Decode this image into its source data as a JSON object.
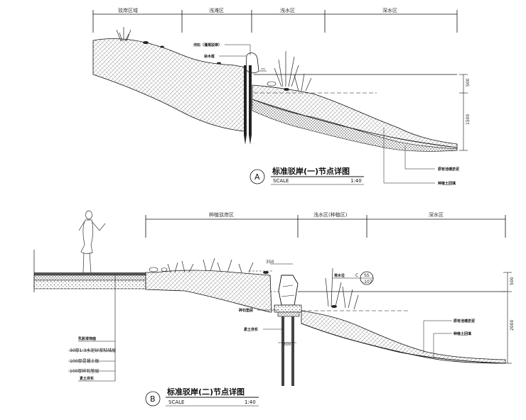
{
  "section_a": {
    "zones": [
      "驳岸区域",
      "浅滩区",
      "浅水区",
      "深水区"
    ],
    "callouts": [
      "河石（灌溉驳岸）",
      "杂木桩",
      "原有池塘淤泥",
      "种植土回填"
    ],
    "dims": [
      "500",
      "1500"
    ],
    "title": "标准驳岸(一)节点详图",
    "letter": "A",
    "scale_label": "SCALE",
    "scale_value": "1:40"
  },
  "section_b": {
    "zones": [
      "种植驳岸区",
      "浅水区(种植区)",
      "深水区"
    ],
    "callouts": [
      "碎石垫层",
      "素土夯实",
      "原有池塘淤泥",
      "种植土回填",
      "常水位"
    ],
    "layers": [
      "乳胶漆饰面",
      "30厚1:3水泥砂浆粘结层",
      "100厚混凝土板",
      "100厚碎石垫层",
      "素土夯实"
    ],
    "dims": [
      "350",
      "300",
      "500",
      "2000"
    ],
    "detail_ref_top": "SS",
    "detail_ref_bottom": "-107",
    "detail_ref_letter": "C",
    "title": "标准驳岸(二)节点详图",
    "letter": "B",
    "scale_label": "SCALE",
    "scale_value": "1:40"
  },
  "colors": {
    "line": "#111111",
    "hatch": "#666666",
    "fill": "#ffffff"
  }
}
